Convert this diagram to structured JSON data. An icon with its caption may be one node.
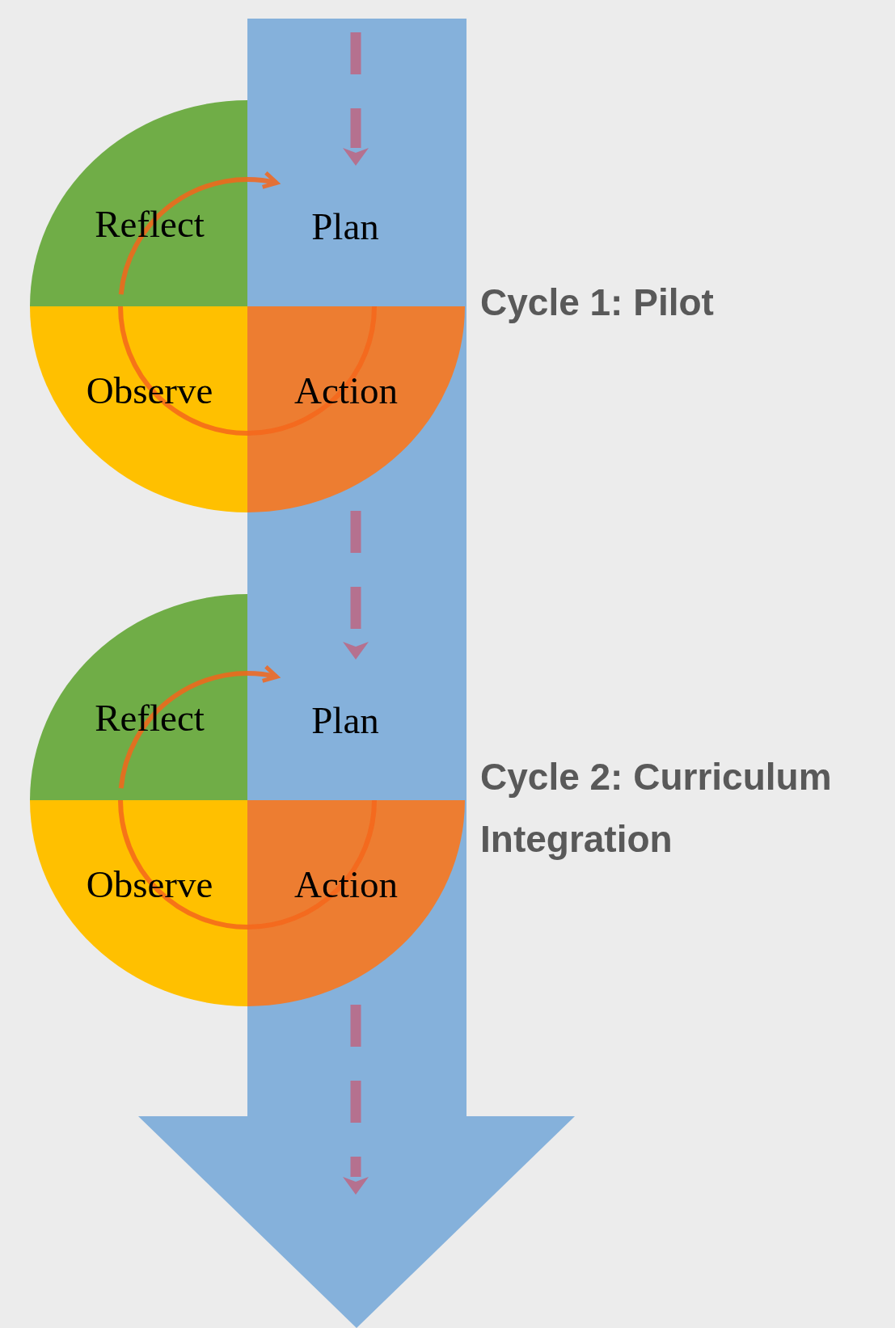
{
  "diagram": {
    "nodes": [
      {
        "text": [
          "Reflect"
        ]
      },
      {
        "text": [
          "Plan"
        ]
      },
      {
        "text": [
          "Observe"
        ]
      },
      {
        "text": [
          "Action"
        ]
      },
      {
        "text": [
          "Reflect"
        ]
      },
      {
        "text": [
          "Plan"
        ]
      },
      {
        "text": [
          "Observe"
        ]
      },
      {
        "text": [
          "Action"
        ]
      }
    ],
    "edges": [
      {
        "from": null,
        "to": 1,
        "arrow": "to",
        "style": "dashed",
        "color": "#b5718f"
      },
      {
        "from": 3,
        "to": 2,
        "arrow": "none",
        "color": "#f4661b"
      },
      {
        "from": 2,
        "to": 0,
        "arrow": "none",
        "color": "#f4661b"
      },
      {
        "from": 0,
        "to": 1,
        "arrow": "to",
        "color": "#f4661b"
      },
      {
        "from": 3,
        "to": 5,
        "arrow": "to",
        "style": "dashed",
        "color": "#b5718f"
      },
      {
        "from": 7,
        "to": 6,
        "arrow": "none",
        "color": "#f4661b"
      },
      {
        "from": 6,
        "to": 4,
        "arrow": "none",
        "color": "#f4661b"
      },
      {
        "from": 4,
        "to": 5,
        "arrow": "to",
        "color": "#f4661b"
      },
      {
        "from": 7,
        "to": null,
        "arrow": "to",
        "style": "dashed",
        "color": "#b5718f"
      }
    ],
    "labels": [
      "Cycle 1: Pilot",
      "Cycle 2: Curriculum Integration"
    ]
  }
}
